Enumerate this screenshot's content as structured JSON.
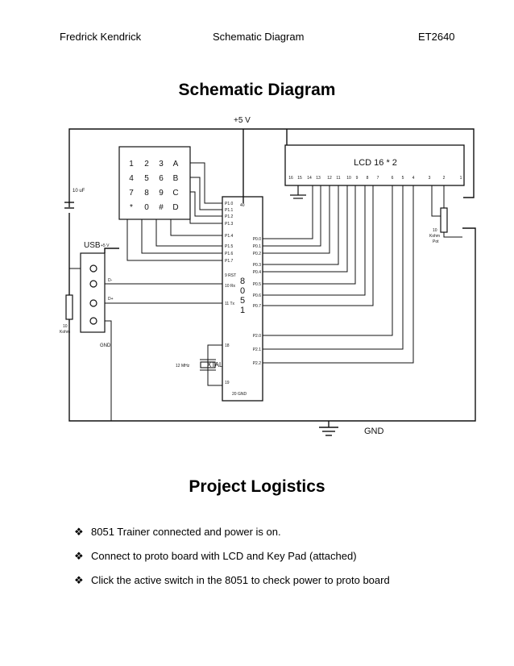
{
  "header": {
    "author": "Fredrick Kendrick",
    "doc_title": "Schematic Diagram",
    "course": "ET2640"
  },
  "section1_title": "Schematic Diagram",
  "schematic": {
    "vcc": "+5 V",
    "gnd": "GND",
    "lcd_title": "LCD 16 * 2",
    "lcd_pins": [
      "16",
      "15",
      "14",
      "13",
      "12",
      "11",
      "10",
      "9",
      "8",
      "7",
      "6",
      "5",
      "4",
      "3",
      "2",
      "1"
    ],
    "keypad": [
      [
        "1",
        "2",
        "3",
        "A"
      ],
      [
        "4",
        "5",
        "6",
        "B"
      ],
      [
        "7",
        "8",
        "9",
        "C"
      ],
      [
        "*",
        "0",
        "#",
        "D"
      ]
    ],
    "cap_label": "10 uF",
    "usb_label": "USB",
    "usb_v": "+5 V",
    "usb_dminus": "D-",
    "usb_dplus": "D+",
    "usb_gnd": "GND",
    "res_label1": "10",
    "res_label2": "Kohm",
    "pot_label1": "10",
    "pot_label2": "Kohm",
    "pot_label3": "Pot",
    "mcu_chars": [
      "8",
      "0",
      "5",
      "1"
    ],
    "mcu_pin40": "40",
    "mcu_pin18": "18",
    "mcu_pin19": "19",
    "mcu_gnd": "20 GND",
    "mcu_left_pins": [
      "P1.0",
      "P1.1",
      "P1.2",
      "P1.3",
      "P1.4",
      "P1.5",
      "P1.6",
      "P1.7",
      "9 RST",
      "10 Rx",
      "11 Tx"
    ],
    "mcu_right_pins": [
      "P0.0",
      "P0.1",
      "P0.2",
      "P0.3",
      "P0.4",
      "P0.5",
      "P0.6",
      "P0.7",
      "P2.0",
      "P2.1",
      "P2.2"
    ],
    "xtal_freq": "12 MHz",
    "xtal_label": "XTAL"
  },
  "section2_title": "Project Logistics",
  "bullet_icon": "diamond-bullet-icon",
  "bullets": [
    "8051 Trainer connected and power is on.",
    "Connect to proto board with LCD and Key Pad (attached)",
    "Click the active switch in the 8051 to check power to proto board"
  ]
}
